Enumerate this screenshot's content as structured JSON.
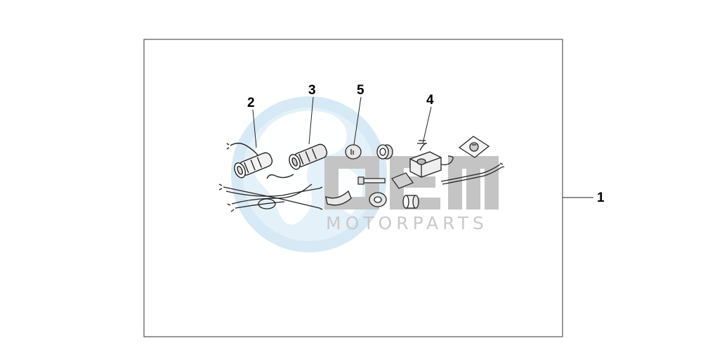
{
  "callouts": {
    "assembly": "1",
    "grip_left": "2",
    "grip_right": "3",
    "switch": "4",
    "grommet": "5"
  },
  "watermark": {
    "brand": "OEM",
    "sub": "MOTORPARTS",
    "globe_color": "#cfe6f5",
    "text_color": "#c9c9c9"
  }
}
